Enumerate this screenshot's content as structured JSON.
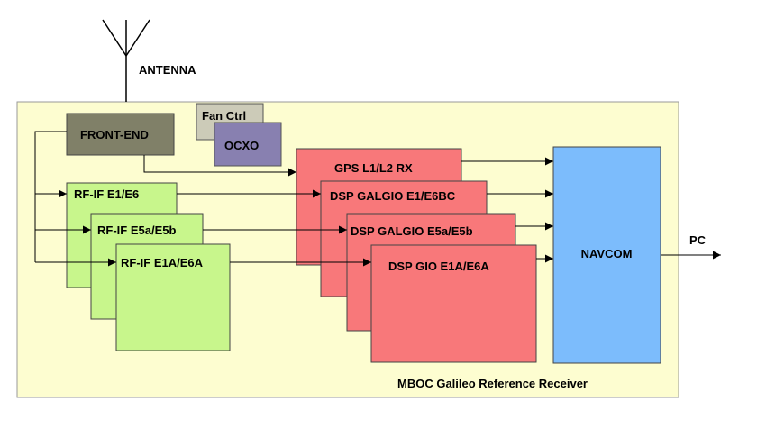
{
  "diagram": {
    "caption": "MBOC Galileo Reference Receiver",
    "antenna": "ANTENNA",
    "front_end": "FRONT-END",
    "fan_ctrl": "Fan Ctrl",
    "ocxo": "OCXO",
    "rf_if_1": "RF-IF E1/E6",
    "rf_if_2": "RF-IF E5a/E5b",
    "rf_if_3": "RF-IF E1A/E6A",
    "gps": "GPS L1/L2 RX",
    "dsp_1": "DSP GALGIO E1/E6BC",
    "dsp_2": "DSP GALGIO E5a/E5b",
    "dsp_3": "DSP GIO E1A/E6A",
    "navcom": "NAVCOM",
    "pc": "PC"
  },
  "colors": {
    "receiver_bg": "#fdfdd0",
    "front_end": "#808068",
    "fan_ctrl": "#cccbb8",
    "ocxo": "#8880b0",
    "rf_if": "#c8f68c",
    "dsp": "#f8787a",
    "navcom": "#7cbcfc"
  }
}
